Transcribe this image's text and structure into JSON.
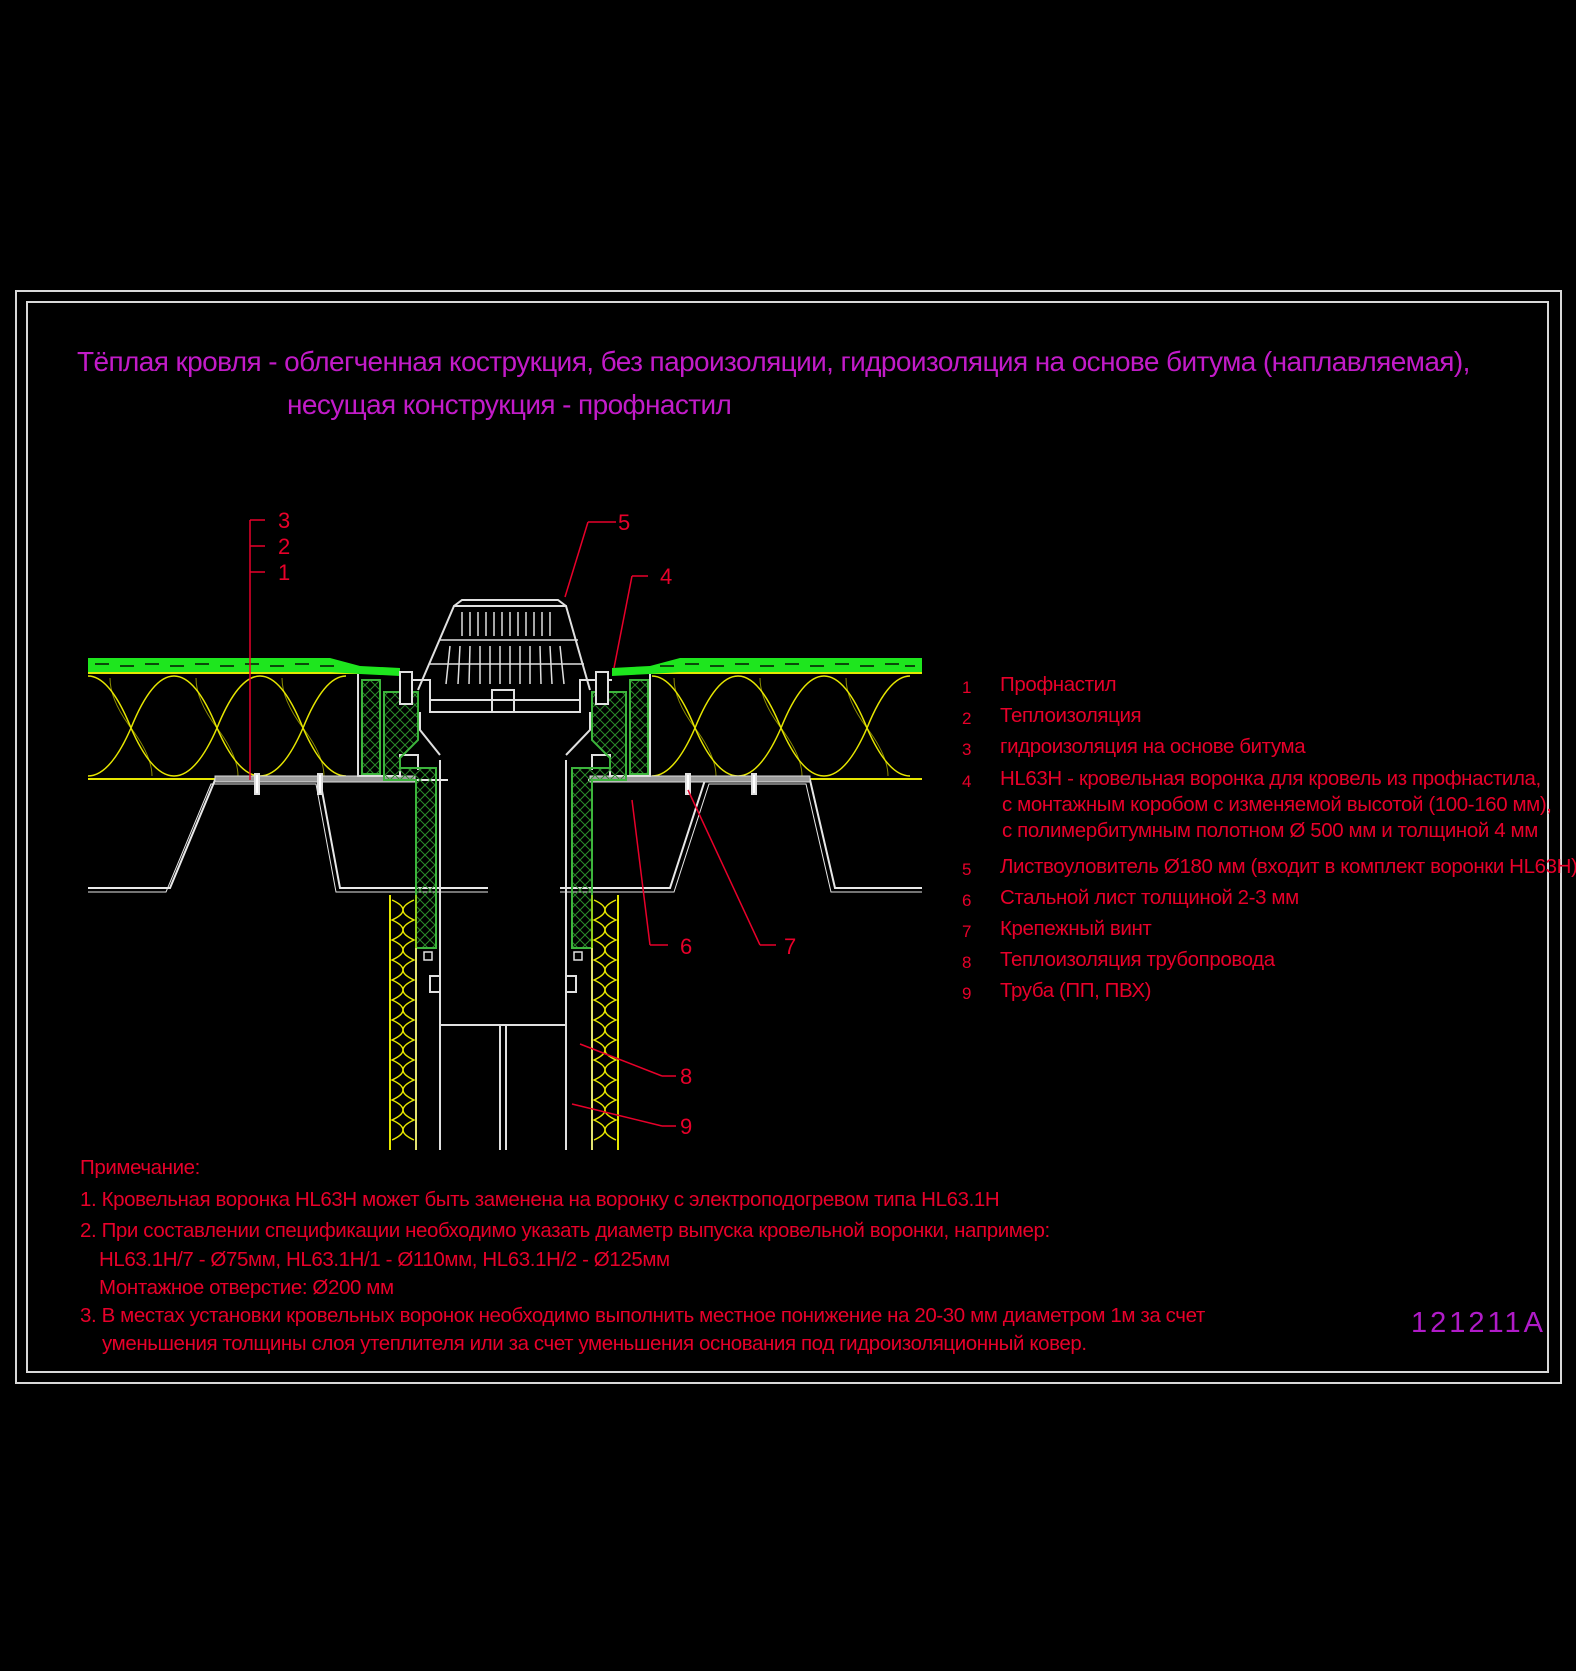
{
  "title": {
    "line1": "Тёплая кровля - облегченная кострукция, без пароизоляции, гидроизоляция на основе битума (наплавляемая),",
    "line2": "несущая конструкция - профнастил"
  },
  "callouts": [
    "3",
    "2",
    "1",
    "5",
    "4",
    "6",
    "7",
    "8",
    "9"
  ],
  "legend": [
    {
      "num": "1",
      "text": "Профнастил"
    },
    {
      "num": "2",
      "text": "Теплоизоляция"
    },
    {
      "num": "3",
      "text": "гидроизоляция на основе битума"
    },
    {
      "num": "4",
      "text": "HL63H - кровельная воронка для кровель из профнастила,",
      "cont1": "с монтажным коробом с изменяемой высотой (100-160 мм),",
      "cont2": "с полимербитумным полотном Ø 500 мм и толщиной 4 мм"
    },
    {
      "num": "5",
      "text": "Листвоуловитель Ø180 мм (входит в комплект воронки HL63H)"
    },
    {
      "num": "6",
      "text": "Стальной лист толщиной 2-3 мм"
    },
    {
      "num": "7",
      "text": "Крепежный винт"
    },
    {
      "num": "8",
      "text": "Теплоизоляция трубопровода"
    },
    {
      "num": "9",
      "text": "Труба (ПП, ПВХ)"
    }
  ],
  "notes": {
    "heading": "Примечание:",
    "n1": "1. Кровельная воронка HL63H может быть заменена на воронку с электроподогревом типа HL63.1H",
    "n2": "2. При составлении спецификации необходимо указать диаметр выпуска кровельной воронки, например:",
    "n2a": "HL63.1H/7 - Ø75мм, HL63.1H/1 - Ø110мм, HL63.1H/2 - Ø125мм",
    "n2b": "Монтажное отверстие: Ø200 мм",
    "n3": "3. В местах установки кровельных воронок необходимо выполнить местное понижение на 20-30 мм диаметром 1м за счет",
    "n3a": "уменьшения толщины слоя утеплителя или за счет уменьшения основания под гидроизоляционный ковер."
  },
  "drawing_code": "121211A",
  "colors": {
    "title": "#c21bc8",
    "text": "#e8002a",
    "frame": "#d9d9d9",
    "membrane": "#1ee61e",
    "insulation": "#e6e600",
    "funnel_body": "#3cb43c"
  }
}
